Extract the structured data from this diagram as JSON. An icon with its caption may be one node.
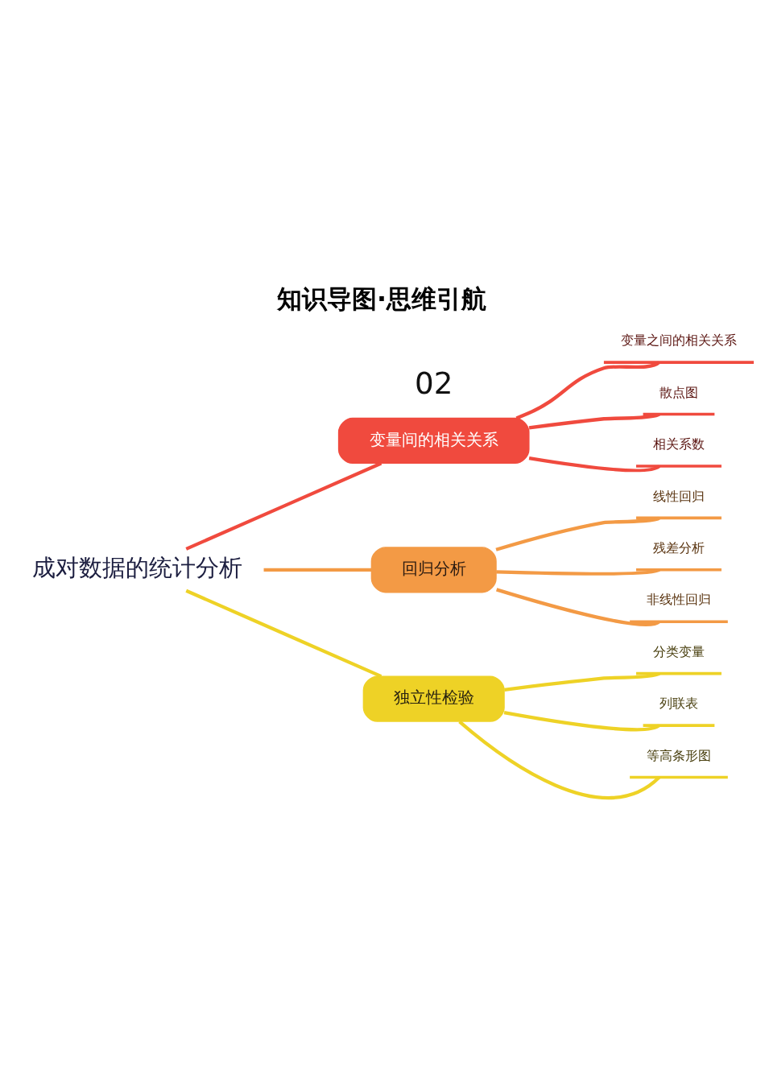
{
  "diagram": {
    "title": "知识导图·思维引航",
    "nodes": [
      {
        "text": [
          "成对数据的统计分析"
        ]
      },
      {
        "text": [
          "变量间的相关关系"
        ]
      },
      {
        "text": [
          "变量之间的相关关系"
        ]
      },
      {
        "text": [
          "散点图"
        ]
      },
      {
        "text": [
          "相关系数"
        ]
      },
      {
        "text": [
          "回归分析"
        ]
      },
      {
        "text": [
          "线性回归"
        ]
      },
      {
        "text": [
          "残差分析"
        ]
      },
      {
        "text": [
          "非线性回归"
        ]
      },
      {
        "text": [
          "独立性检验"
        ]
      },
      {
        "text": [
          "分类变量"
        ]
      },
      {
        "text": [
          "列联表"
        ]
      },
      {
        "text": [
          "等高条形图"
        ]
      }
    ],
    "edges": [
      {
        "from": 0,
        "to": 1,
        "arrow": "none",
        "color": "#f04a3e"
      },
      {
        "from": 1,
        "to": 2,
        "arrow": "none",
        "color": "#f04a3e"
      },
      {
        "from": 1,
        "to": 3,
        "arrow": "none",
        "color": "#f04a3e"
      },
      {
        "from": 1,
        "to": 4,
        "arrow": "none",
        "color": "#f04a3e"
      },
      {
        "from": 0,
        "to": 5,
        "arrow": "none",
        "color": "#f39a45"
      },
      {
        "from": 5,
        "to": 6,
        "arrow": "none",
        "color": "#f39a45"
      },
      {
        "from": 5,
        "to": 7,
        "arrow": "none",
        "color": "#f39a45"
      },
      {
        "from": 5,
        "to": 8,
        "arrow": "none",
        "color": "#f39a45"
      },
      {
        "from": 0,
        "to": 9,
        "arrow": "none",
        "color": "#eed226"
      },
      {
        "from": 9,
        "to": 10,
        "arrow": "none",
        "color": "#eed226"
      },
      {
        "from": 9,
        "to": 11,
        "arrow": "none",
        "color": "#eed226"
      },
      {
        "from": 9,
        "to": 12,
        "arrow": "none",
        "color": "#eed226"
      }
    ],
    "labels": [
      "02"
    ]
  }
}
